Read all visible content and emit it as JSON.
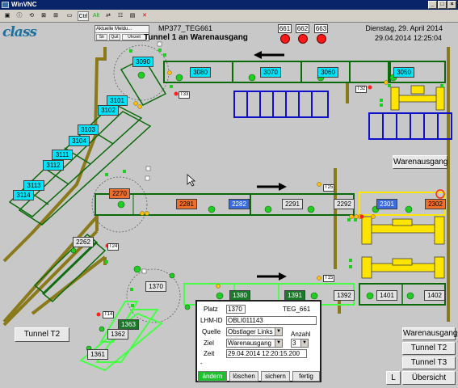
{
  "window": {
    "title": "WinVNC",
    "toolbar_ctrl": "Ctrl",
    "toolbar_alt": "Alt"
  },
  "header": {
    "logo": "class",
    "alarm_title": "Aktuelle Meldu...",
    "alarm_btn1": "Str",
    "alarm_btn2": "Quit",
    "alarm_btn3": "Uhrzeit",
    "station": "MP377_TEG661",
    "screen_title": "Tunnel 1 an Warenausgang",
    "date": "Dienstag, 29. April 2014",
    "date_short": "29.04.2014",
    "time": "12:25:04",
    "lamps": [
      "661",
      "662",
      "663"
    ]
  },
  "sections": {
    "top": [
      "3090",
      "3080",
      "3070",
      "3060",
      "3050"
    ],
    "diag1": [
      "3101",
      "3102",
      "3103",
      "3104",
      "3111",
      "3112",
      "3113",
      "3114"
    ],
    "mid": [
      "2270",
      "2281",
      "2282",
      "2291",
      "2292",
      "2301",
      "2302"
    ],
    "mid_diag": [
      "2262"
    ],
    "bottom": [
      "1370",
      "1380",
      "1391",
      "1392",
      "1401",
      "1402"
    ],
    "bot_diag": [
      "1363",
      "1362",
      "1361"
    ]
  },
  "tags": {
    "t33": "T33",
    "t32": "T32",
    "t25": "T25",
    "t24": "T24",
    "t15": "T15",
    "t14": "T14"
  },
  "buttons": {
    "warenausgang_mid": "Warenausgang",
    "tunnel_t2_left": "Tunnel T2",
    "warenausgang": "Warenausgang",
    "tunnel_t2": "Tunnel T2",
    "tunnel_t3": "Tunnel T3",
    "l": "L",
    "uebersicht": "Übersicht"
  },
  "dialog": {
    "platz_label": "Platz",
    "platz_value": "1370",
    "platz_station": "TEG_661",
    "lhm_label": "LHM-ID",
    "lhm_value": "OBLI011143",
    "quelle_label": "Quelle",
    "quelle_value": "Obstlager Links",
    "anzahl_label": "Anzahl",
    "ziel_label": "Ziel",
    "ziel_value": "Warenausgang",
    "anzahl_value": "3",
    "zeit_label": "Zeit",
    "zeit_value": "29.04.2014  12:20:15.200",
    "dash": "-",
    "btn_aendern": "ändern",
    "btn_loeschen": "löschen",
    "btn_sichern": "sichern",
    "btn_fertig": "fertig"
  },
  "colors": {
    "conveyor": "#0a6a0a",
    "wall": "#8a7a1a",
    "cyan": "#00e5ff",
    "blue_rack": "#1010c8",
    "yellow_lift": "#ffe400",
    "lamp_red": "#ff1818"
  }
}
